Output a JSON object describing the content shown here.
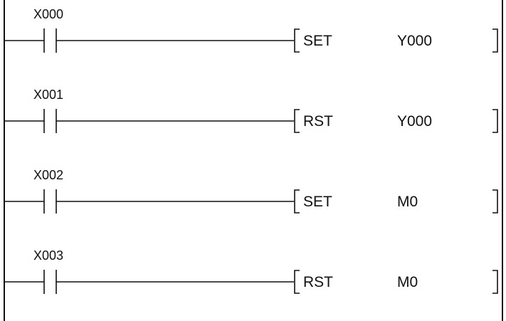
{
  "rungs": [
    {
      "contact": "X000",
      "instruction": "SET",
      "operand": "Y000"
    },
    {
      "contact": "X001",
      "instruction": "RST",
      "operand": "Y000"
    },
    {
      "contact": "X002",
      "instruction": "SET",
      "operand": "M0"
    },
    {
      "contact": "X003",
      "instruction": "RST",
      "operand": "M0"
    }
  ],
  "colors": {
    "line": "#111111",
    "background": "#ffffff"
  }
}
